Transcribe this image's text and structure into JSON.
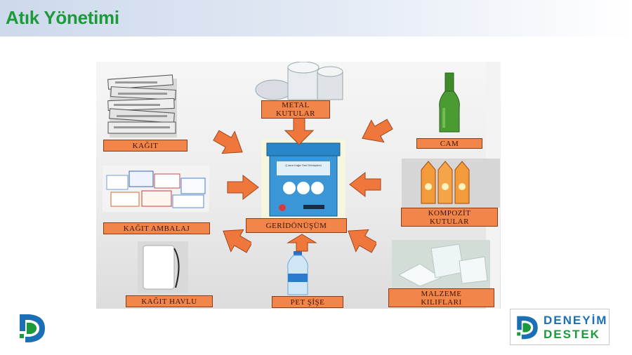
{
  "page": {
    "title": "Atık Yönetimi"
  },
  "diagram": {
    "center": "GERİDÖNÜŞÜM",
    "bin_text": "Ç ların Kağıt Geri Dönüşümü",
    "items": [
      {
        "id": "kagit",
        "label": "KAĞIT"
      },
      {
        "id": "metal",
        "label": "METAL KUTULAR"
      },
      {
        "id": "cam",
        "label": "CAM"
      },
      {
        "id": "kagit-ambalaj",
        "label": "KAĞIT AMBALAJ"
      },
      {
        "id": "kompozit",
        "label": "KOMPOZİT KUTULAR"
      },
      {
        "id": "kagit-havlu",
        "label": "KAĞIT HAVLU"
      },
      {
        "id": "pet",
        "label": "PET ŞİŞE"
      },
      {
        "id": "malzeme",
        "label": "MALZEME KILIFLARI"
      }
    ]
  },
  "branding": {
    "line1": "DENEYİM",
    "line2": "DESTEK",
    "colors": {
      "blue": "#1b6fb5",
      "green": "#1c9a3a"
    }
  },
  "colors": {
    "label_bg": "#f2854a",
    "label_border": "#8a3c16",
    "arrow": "#f0773c",
    "title": "#1c9a3a"
  }
}
